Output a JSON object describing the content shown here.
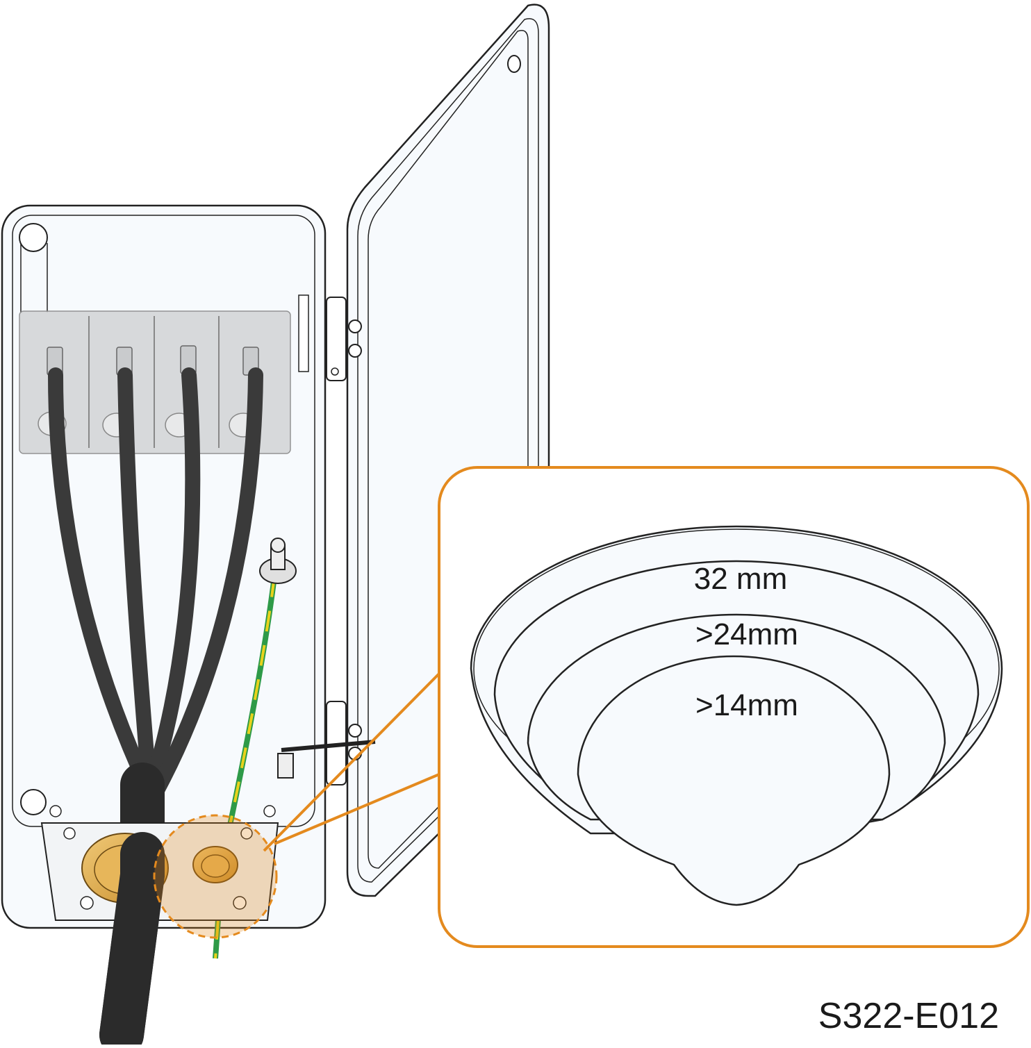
{
  "figure": {
    "code": "S322-E012",
    "accent_color": "#E48A1E",
    "cable_color": "#3a3a3a",
    "gland_color": "#E2B15A"
  },
  "callout": {
    "labels": {
      "outer": "32 mm",
      "middle": ">24mm",
      "inner": ">14mm"
    }
  },
  "icons": [
    "terminal-block-icon",
    "cable-gland-icon",
    "ground-screw-icon",
    "door-hinge-icon"
  ]
}
